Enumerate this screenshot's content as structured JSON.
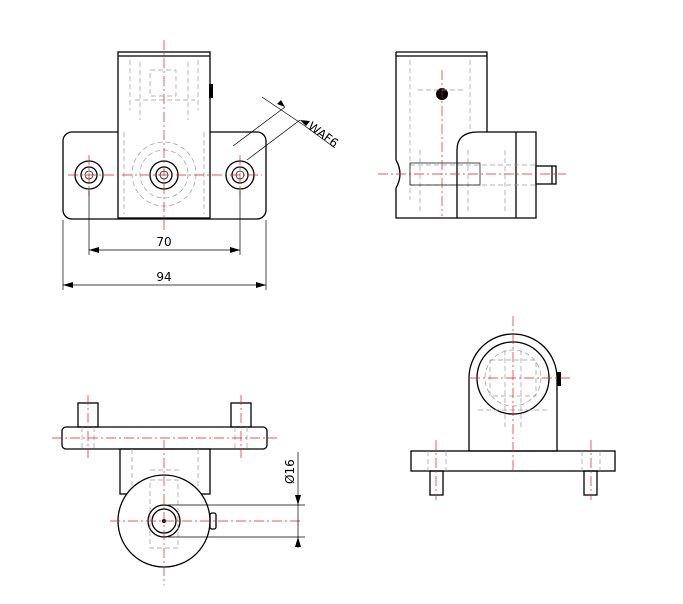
{
  "dimensions": {
    "waf": "WAF6",
    "hole_spacing": "70",
    "overall_width": "94",
    "diameter": "Ø16"
  }
}
